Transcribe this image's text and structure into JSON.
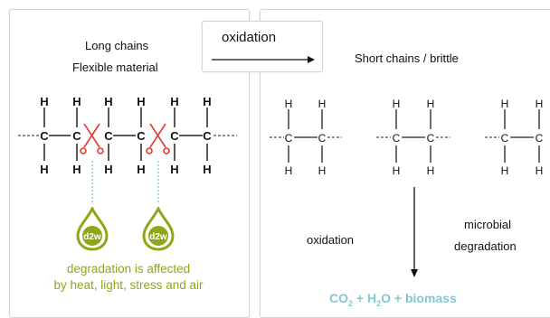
{
  "left_panel": {
    "title_line1": "Long chains",
    "title_line2": "Flexible material",
    "logo_text": "d2w",
    "caption_line1": "degradation is affected",
    "caption_line2": "by heat, light, stress and air"
  },
  "arrow_box": {
    "label": "oxidation"
  },
  "right_panel": {
    "title": "Short chains / brittle",
    "oxidation_label": "oxidation",
    "microbial_line1": "microbial",
    "microbial_line2": "degradation",
    "products": {
      "co": "CO",
      "two": "2",
      "plus1": " + H",
      "h2o_sub": "2",
      "o": "O",
      "rest": " + biomass"
    }
  },
  "atoms": {
    "c": "C",
    "h": "H"
  },
  "colors": {
    "accent_green": "#8fa616",
    "formula_teal": "#86c6cf",
    "scissors_red": "#e53935"
  }
}
